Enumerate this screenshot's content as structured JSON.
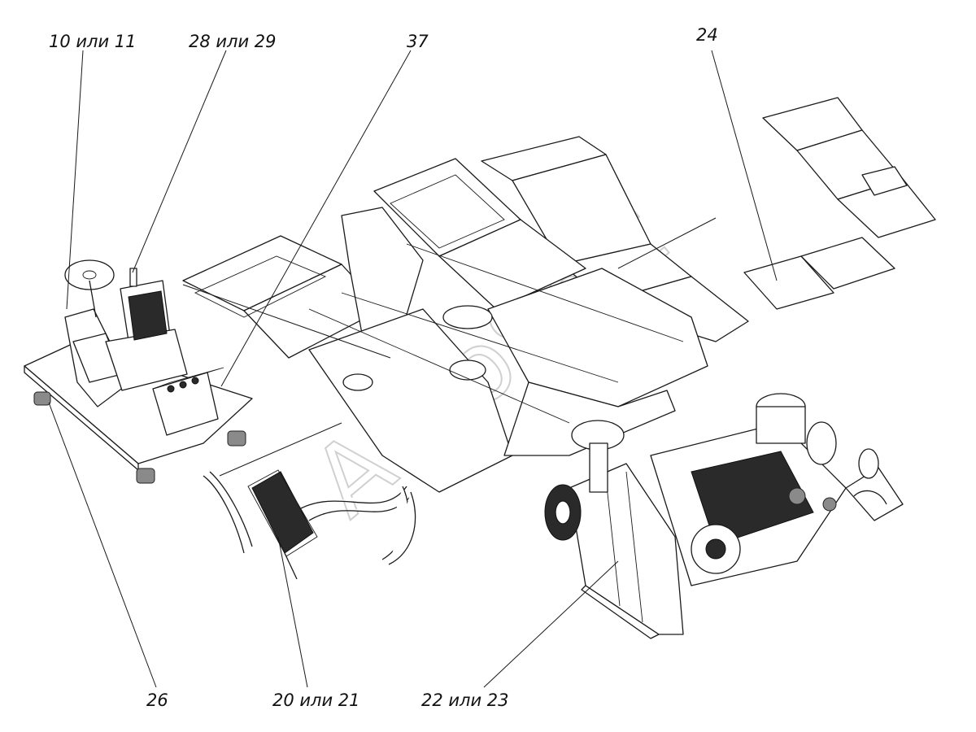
{
  "callouts": [
    {
      "id": "c-10-11",
      "text": "10 или 11"
    },
    {
      "id": "c-28-29",
      "text": "28 или 29"
    },
    {
      "id": "c-37",
      "text": "37"
    },
    {
      "id": "c-24",
      "text": "24"
    },
    {
      "id": "c-26",
      "text": "26"
    },
    {
      "id": "c-20-21",
      "text": "20 или 21"
    },
    {
      "id": "c-22-23",
      "text": "22 или 23"
    }
  ],
  "watermark": "AutoSoft"
}
